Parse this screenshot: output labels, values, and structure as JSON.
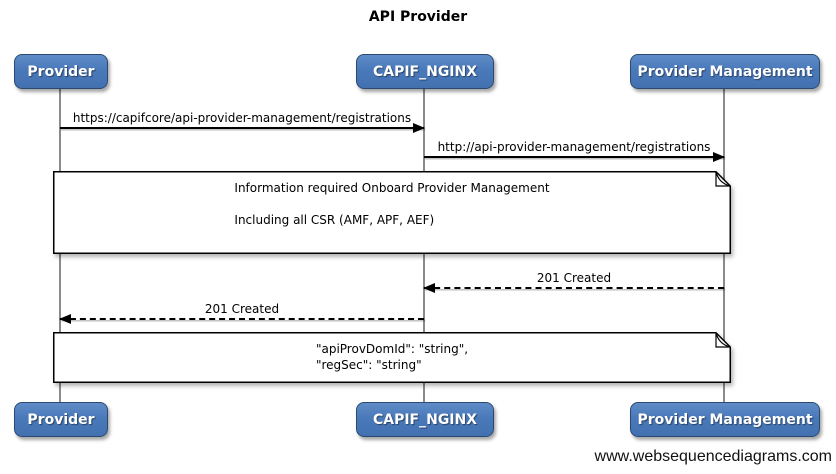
{
  "title": "API Provider",
  "watermark": "www.websequencediagrams.com",
  "actors": [
    {
      "name": "Provider"
    },
    {
      "name": "CAPIF_NGINX"
    },
    {
      "name": "Provider Management"
    }
  ],
  "messages": [
    {
      "label": "https://capifcore/api-provider-management/registrations",
      "from": "Provider",
      "to": "CAPIF_NGINX",
      "line": "solid"
    },
    {
      "label": "http://api-provider-management/registrations",
      "from": "CAPIF_NGINX",
      "to": "Provider Management",
      "line": "solid"
    },
    {
      "label": "201 Created",
      "from": "Provider Management",
      "to": "CAPIF_NGINX",
      "line": "dashed"
    },
    {
      "label": "201 Created",
      "from": "CAPIF_NGINX",
      "to": "Provider",
      "line": "dashed"
    }
  ],
  "notes": [
    {
      "lines": [
        "Information required Onboard Provider Management",
        "",
        "Including all CSR (AMF, APF, AEF)"
      ]
    },
    {
      "lines": [
        "\"apiProvDomId\": \"string\",",
        "\"regSec\": \"string\""
      ]
    }
  ],
  "colors": {
    "actor_fill": "#4a79ba",
    "actor_border": "#2a4a72",
    "actor_text": "#ffffff",
    "lifeline": "#8a8a8a",
    "note_fill": "#ffffff",
    "note_border": "#000000",
    "message_color": "#000000",
    "background": "#ffffff"
  }
}
